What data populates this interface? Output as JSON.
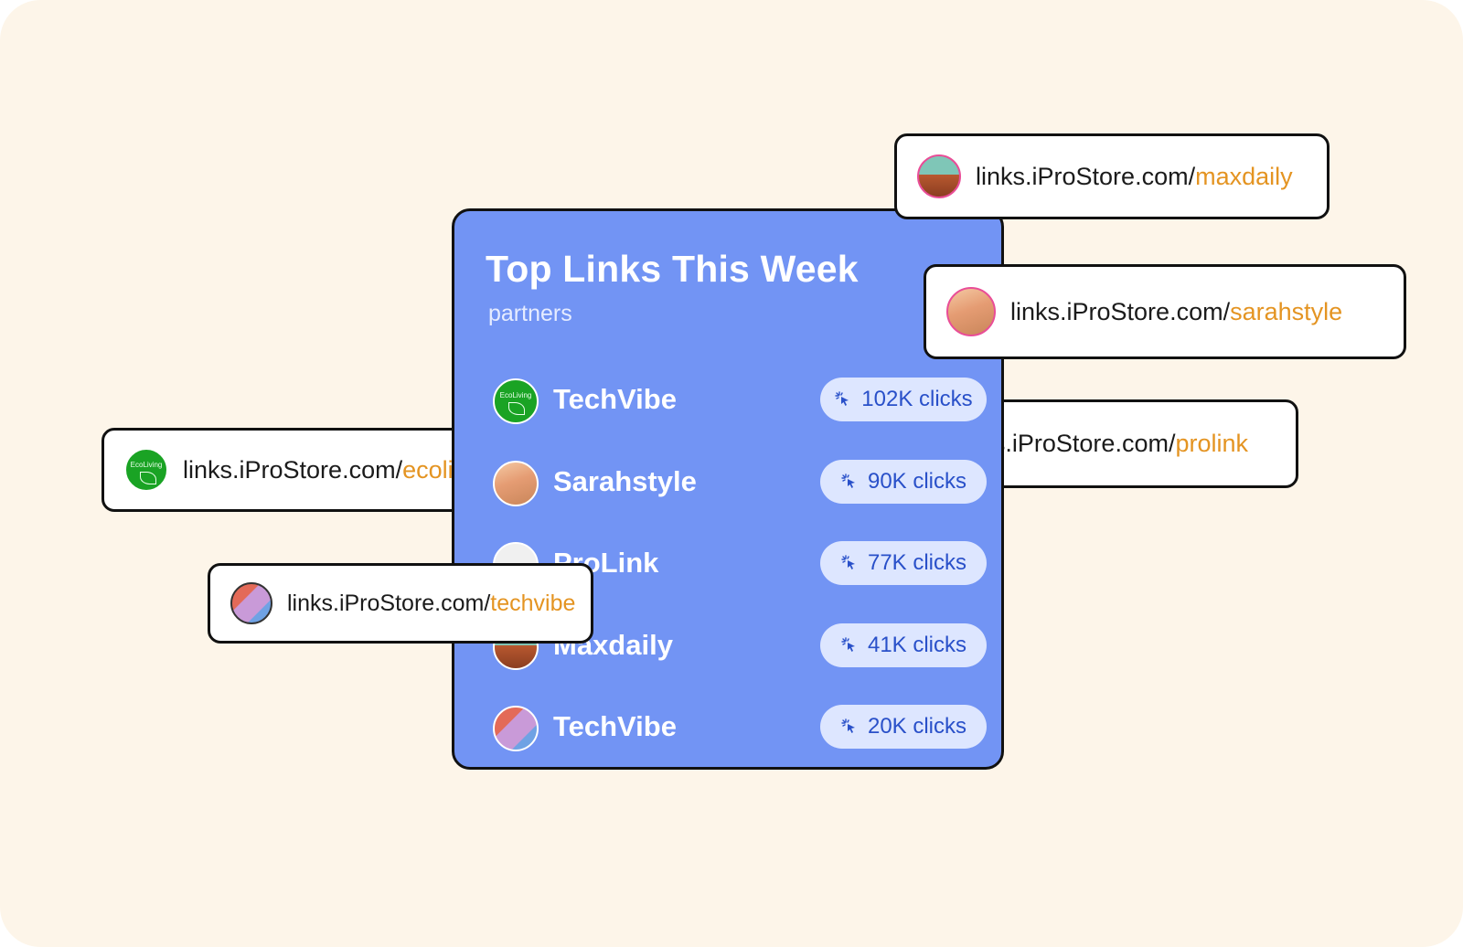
{
  "card": {
    "title": "Top Links This Week",
    "subtitle": "partners"
  },
  "rows": [
    {
      "name": "TechVibe",
      "clicks": "102K clicks",
      "avatar": "ecoliving-logo"
    },
    {
      "name": "Sarahstyle",
      "clicks": "90K clicks",
      "avatar": "sarah-portrait"
    },
    {
      "name": "ProLink",
      "clicks": "77K clicks",
      "avatar": "prolink-logo"
    },
    {
      "name": "Maxdaily",
      "clicks": "41K clicks",
      "avatar": "max-portrait"
    },
    {
      "name": "TechVibe",
      "clicks": "20K clicks",
      "avatar": "techvibe-logo"
    }
  ],
  "link_cards": {
    "maxdaily": {
      "prefix": "links.iProStore.com/",
      "slug": "maxdaily"
    },
    "sarahstyle": {
      "prefix": "links.iProStore.com/",
      "slug": "sarahstyle"
    },
    "prolink": {
      "prefix": "links.iProStore.com/",
      "slug": "prolink"
    },
    "ecoliving": {
      "prefix": "links.iProStore.com/",
      "slug": "ecoliv"
    },
    "techvibe": {
      "prefix": "links.iProStore.com/",
      "slug": "techvibe"
    }
  },
  "logo_text": {
    "ecoliving": "EcoLiving"
  },
  "colors": {
    "background": "#fdf5e9",
    "card": "#7294f4",
    "pill": "#dde6ff",
    "pill_text": "#2950c9",
    "slug": "#e49422"
  },
  "icons": {
    "clicks": "cursor-click-icon"
  }
}
